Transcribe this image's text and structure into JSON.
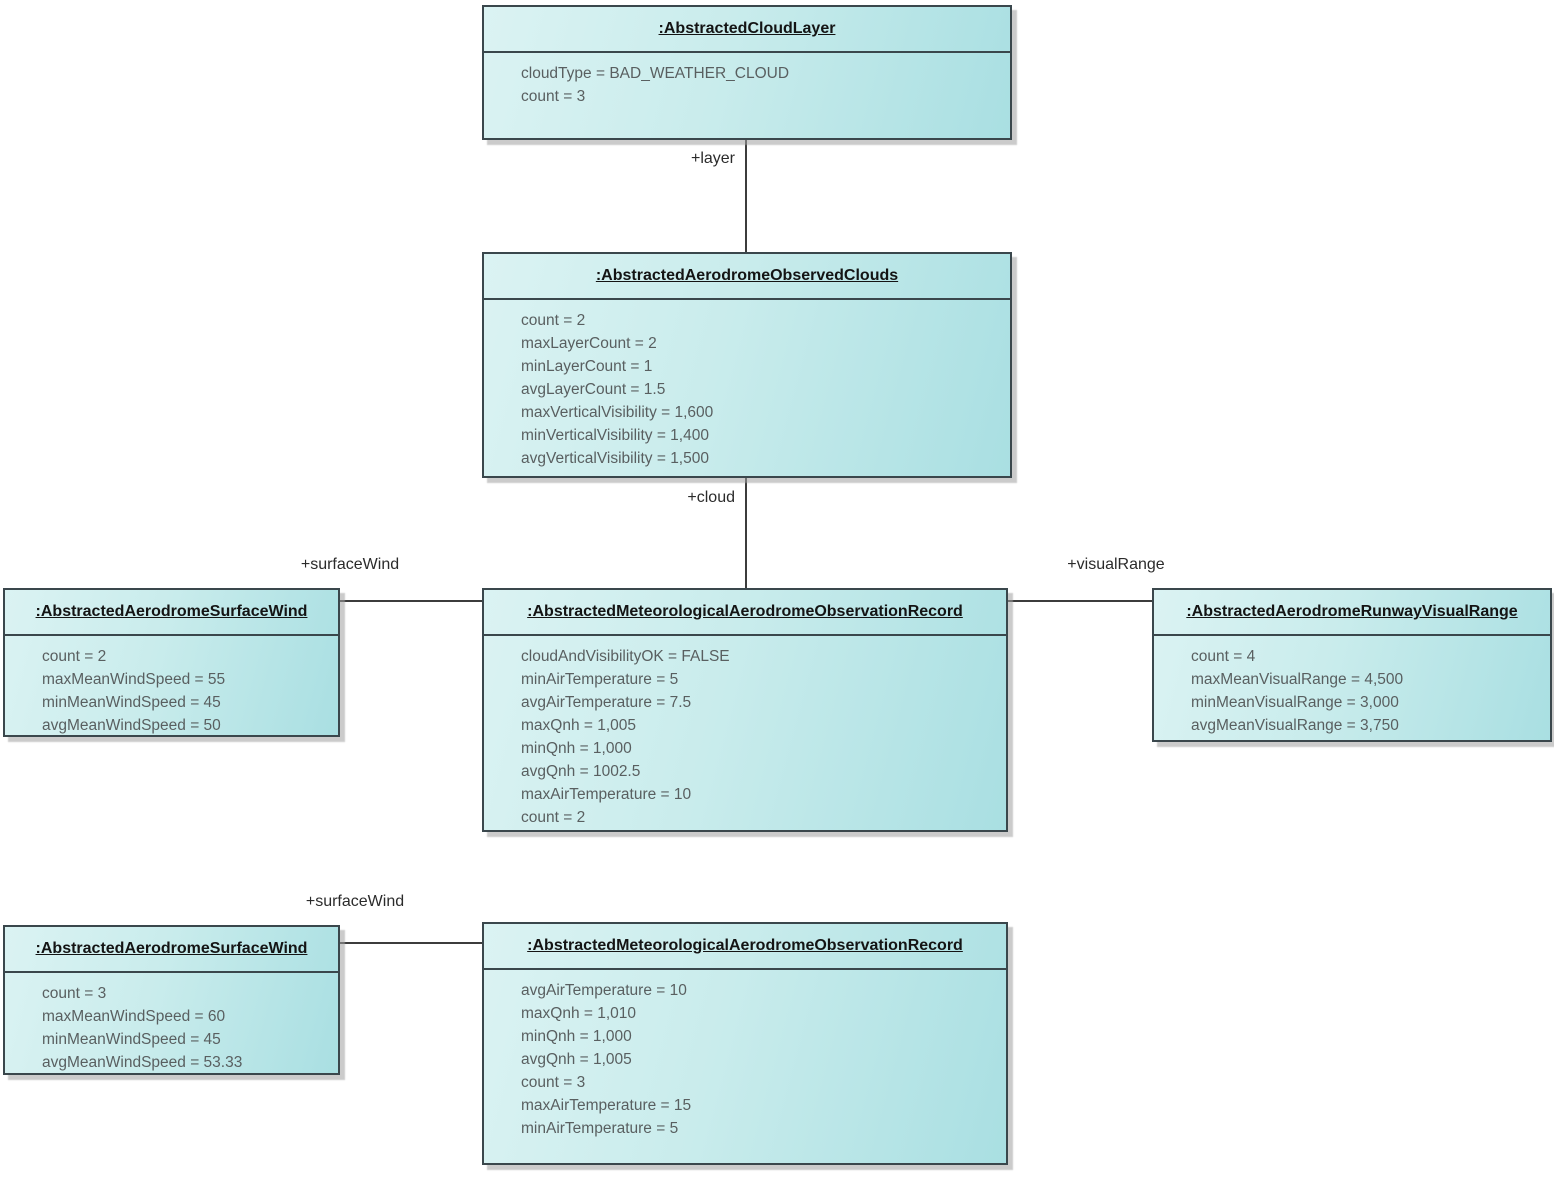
{
  "objects": [
    {
      "title": ":AbstractedCloudLayer",
      "attributes": [
        "cloudType = BAD_WEATHER_CLOUD",
        "count = 3"
      ]
    },
    {
      "title": ":AbstractedAerodromeObservedClouds",
      "attributes": [
        "count = 2",
        "maxLayerCount = 2",
        "minLayerCount = 1",
        "avgLayerCount = 1.5",
        "maxVerticalVisibility = 1,600",
        "minVerticalVisibility = 1,400",
        "avgVerticalVisibility = 1,500"
      ]
    },
    {
      "title": ":AbstractedAerodromeSurfaceWind",
      "attributes": [
        "count = 2",
        "maxMeanWindSpeed = 55",
        "minMeanWindSpeed = 45",
        "avgMeanWindSpeed = 50"
      ]
    },
    {
      "title": ":AbstractedMeteorologicalAerodromeObservationRecord",
      "attributes": [
        "cloudAndVisibilityOK = FALSE",
        "minAirTemperature = 5",
        "avgAirTemperature = 7.5",
        "maxQnh = 1,005",
        "minQnh = 1,000",
        "avgQnh = 1002.5",
        "maxAirTemperature = 10",
        "count = 2"
      ]
    },
    {
      "title": ":AbstractedAerodromeRunwayVisualRange",
      "attributes": [
        "count = 4",
        "maxMeanVisualRange = 4,500",
        "minMeanVisualRange = 3,000",
        "avgMeanVisualRange = 3,750"
      ]
    },
    {
      "title": ":AbstractedAerodromeSurfaceWind",
      "attributes": [
        "count = 3",
        "maxMeanWindSpeed = 60",
        "minMeanWindSpeed = 45",
        "avgMeanWindSpeed = 53.33"
      ]
    },
    {
      "title": ":AbstractedMeteorologicalAerodromeObservationRecord",
      "attributes": [
        "avgAirTemperature = 10",
        "maxQnh = 1,010",
        "minQnh = 1,000",
        "avgQnh = 1,005",
        "count = 3",
        "maxAirTemperature = 15",
        "minAirTemperature = 5"
      ]
    }
  ],
  "connectors": [
    {
      "label": "+layer"
    },
    {
      "label": "+cloud"
    },
    {
      "label": "+surfaceWind"
    },
    {
      "label": "+visualRange"
    },
    {
      "label": "+surfaceWind"
    }
  ],
  "colors": {
    "node_fill_light": "#dbf3f3",
    "node_fill_dark": "#a9dfe2",
    "node_border": "#3a474c",
    "title_text": "#141414",
    "attribute_text": "#595f60",
    "connector_line": "#3c3c3c",
    "background": "#ffffff"
  }
}
